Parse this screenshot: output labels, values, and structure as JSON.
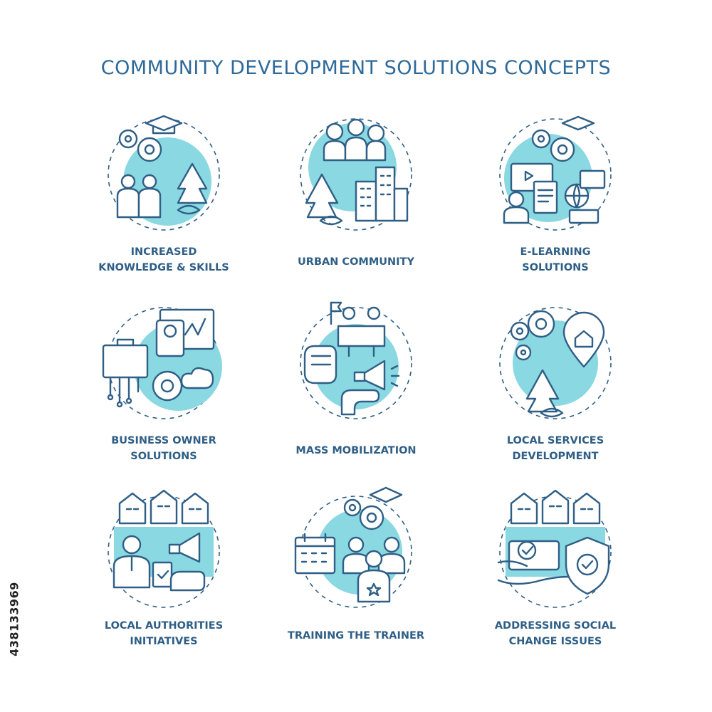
{
  "title": "COMMUNITY DEVELOPMENT SOLUTIONS CONCEPTS",
  "colors": {
    "accent": "#8ad8e1",
    "stroke": "#2f5f86",
    "title": "#2e6a99"
  },
  "stock_id": "438133969",
  "concepts": [
    {
      "icon": "knowledge-skills-icon",
      "label_lines": [
        "INCREASED",
        "KNOWLEDGE & SKILLS"
      ]
    },
    {
      "icon": "urban-community-icon",
      "label_lines": [
        "URBAN COMMUNITY"
      ]
    },
    {
      "icon": "e-learning-icon",
      "label_lines": [
        "E-LEARNING",
        "SOLUTIONS"
      ]
    },
    {
      "icon": "business-owner-icon",
      "label_lines": [
        "BUSINESS OWNER",
        "SOLUTIONS"
      ]
    },
    {
      "icon": "mass-mobilization-icon",
      "label_lines": [
        "MASS MOBILIZATION"
      ]
    },
    {
      "icon": "local-services-icon",
      "label_lines": [
        "LOCAL SERVICES",
        "DEVELOPMENT"
      ]
    },
    {
      "icon": "local-authorities-icon",
      "label_lines": [
        "LOCAL AUTHORITIES",
        "INITIATIVES"
      ]
    },
    {
      "icon": "training-trainer-icon",
      "label_lines": [
        "TRAINING THE TRAINER"
      ]
    },
    {
      "icon": "social-change-icon",
      "label_lines": [
        "ADDRESSING SOCIAL",
        "CHANGE ISSUES"
      ]
    }
  ]
}
